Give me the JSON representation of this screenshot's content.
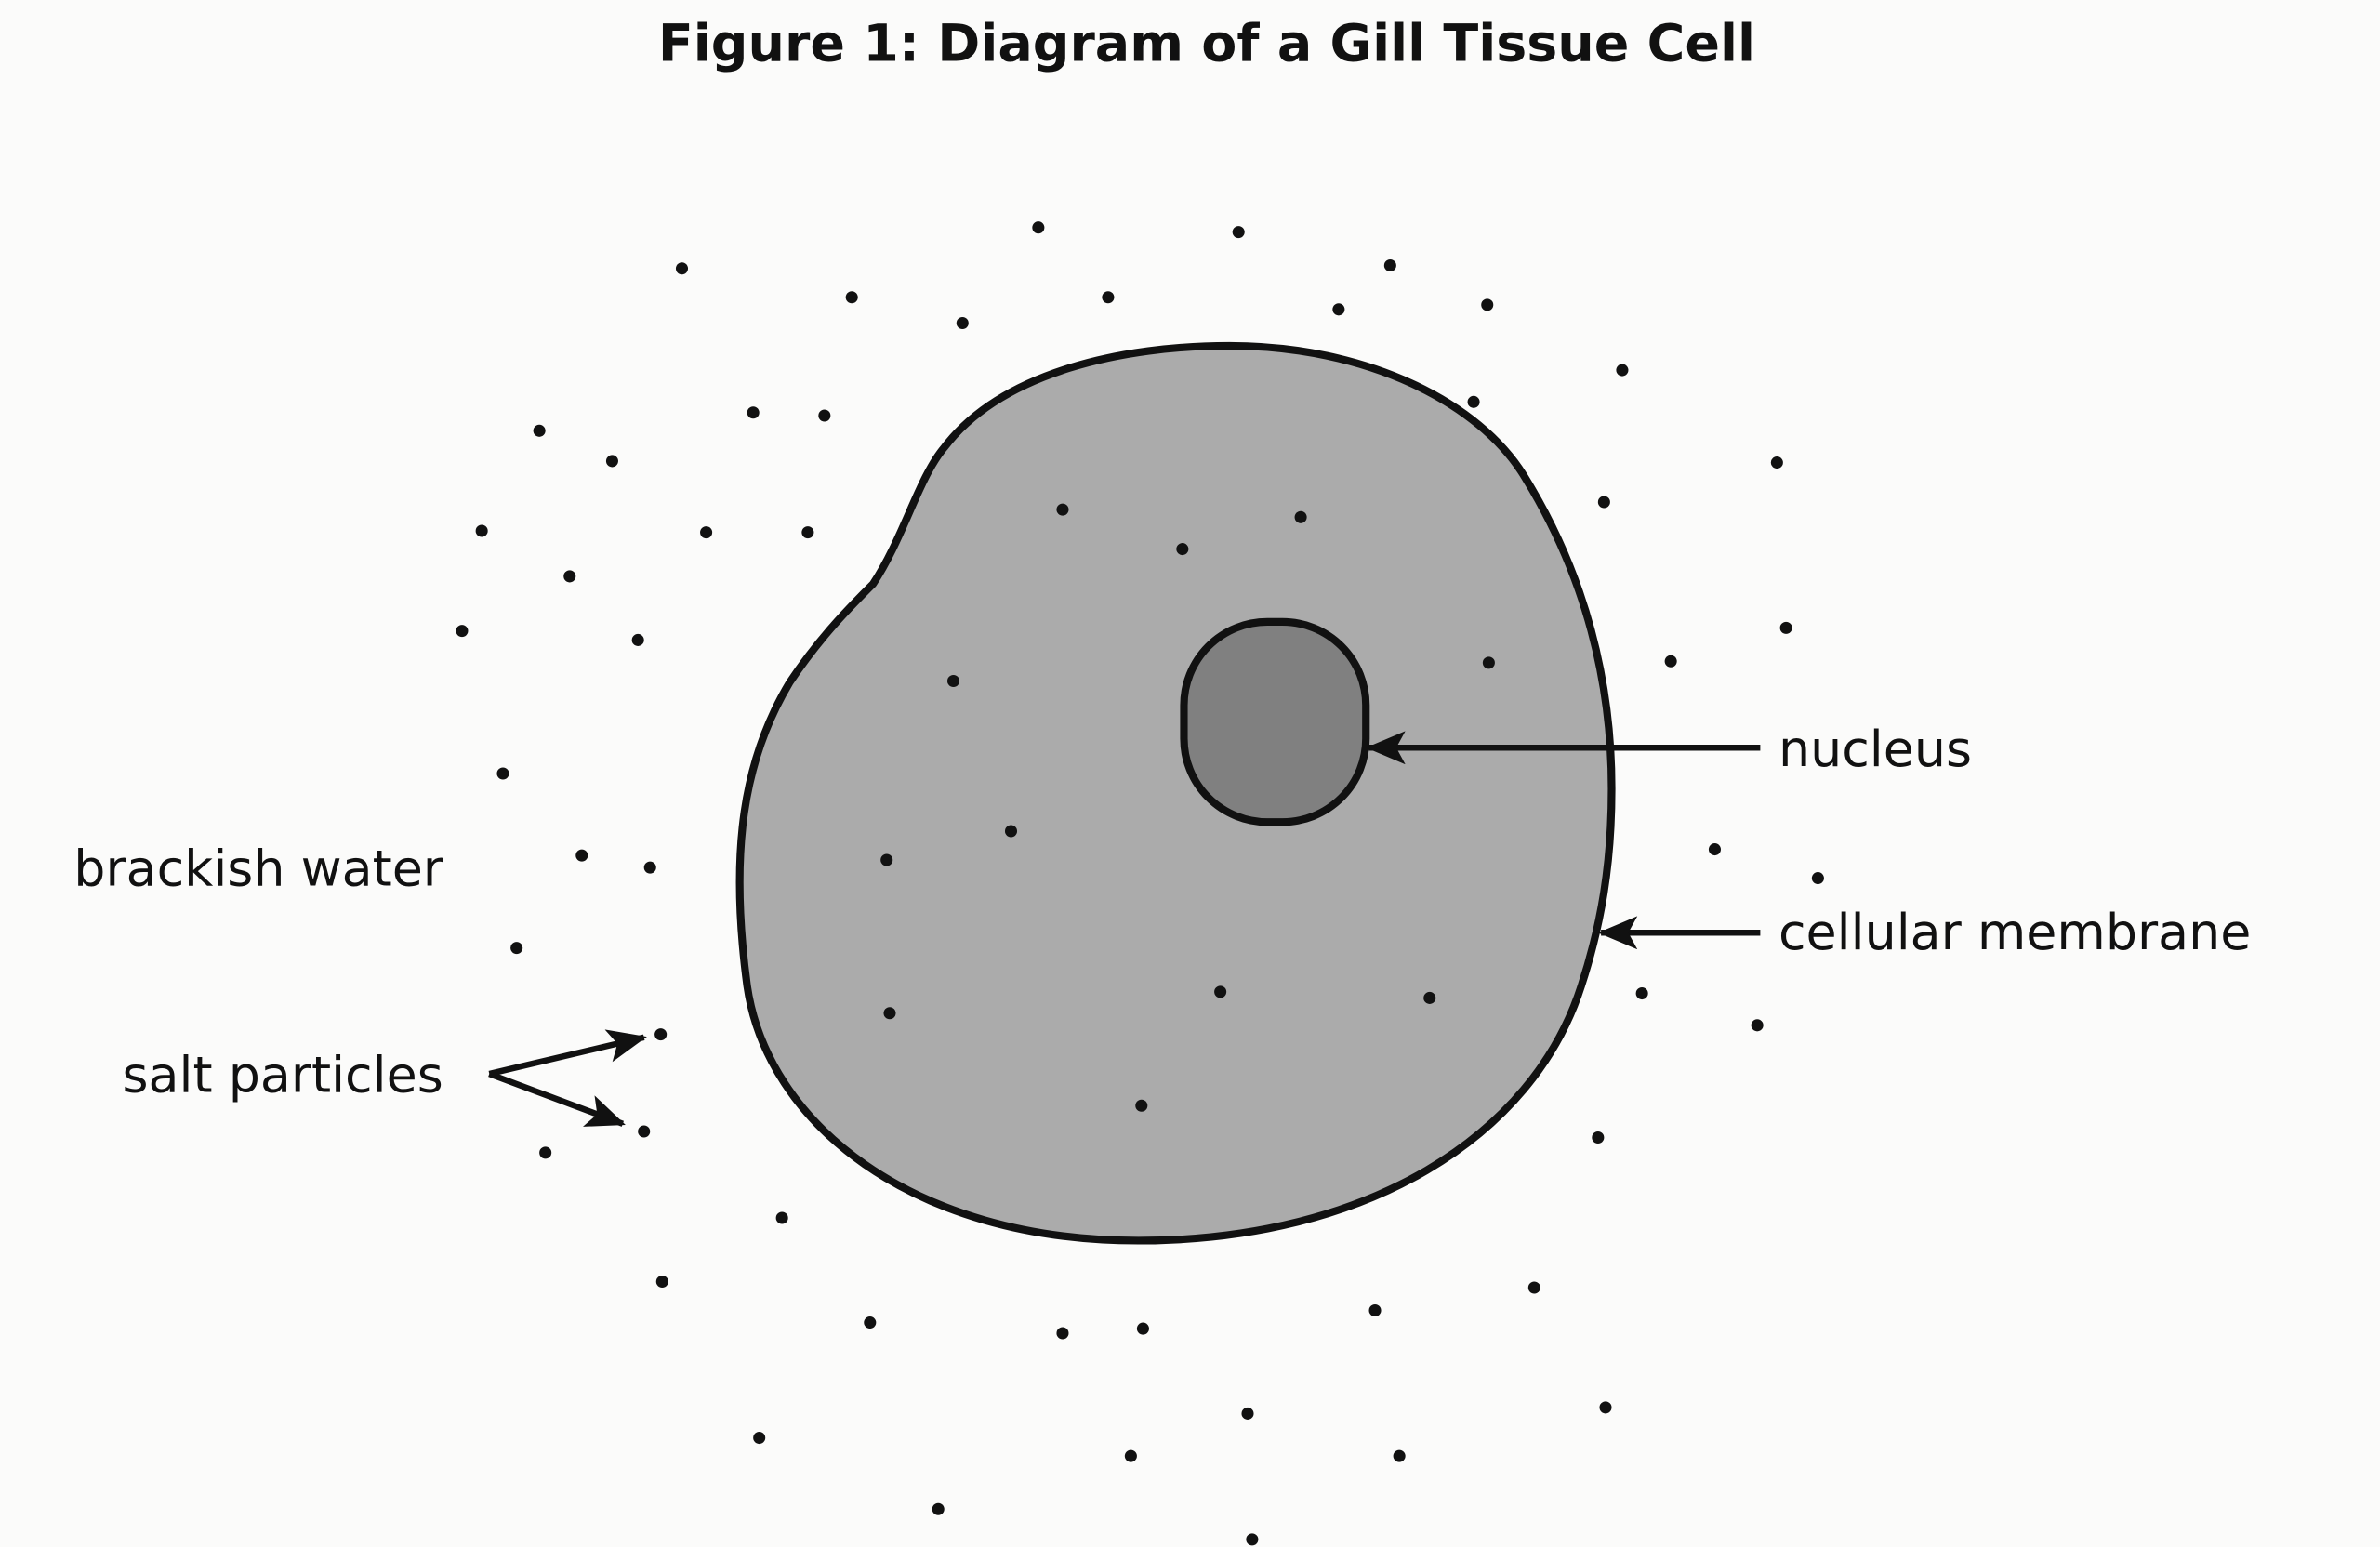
{
  "title": "Figure 1: Diagram of a Gill Tissue Cell",
  "labels": {
    "nucleus": "nucleus",
    "membrane": "cellular membrane",
    "water": "brackish water",
    "salt": "salt particles"
  },
  "colors": {
    "background": "#fbfbfa",
    "cell_fill": "#ababab",
    "nucleus_fill": "#808080",
    "outline": "#111111"
  }
}
